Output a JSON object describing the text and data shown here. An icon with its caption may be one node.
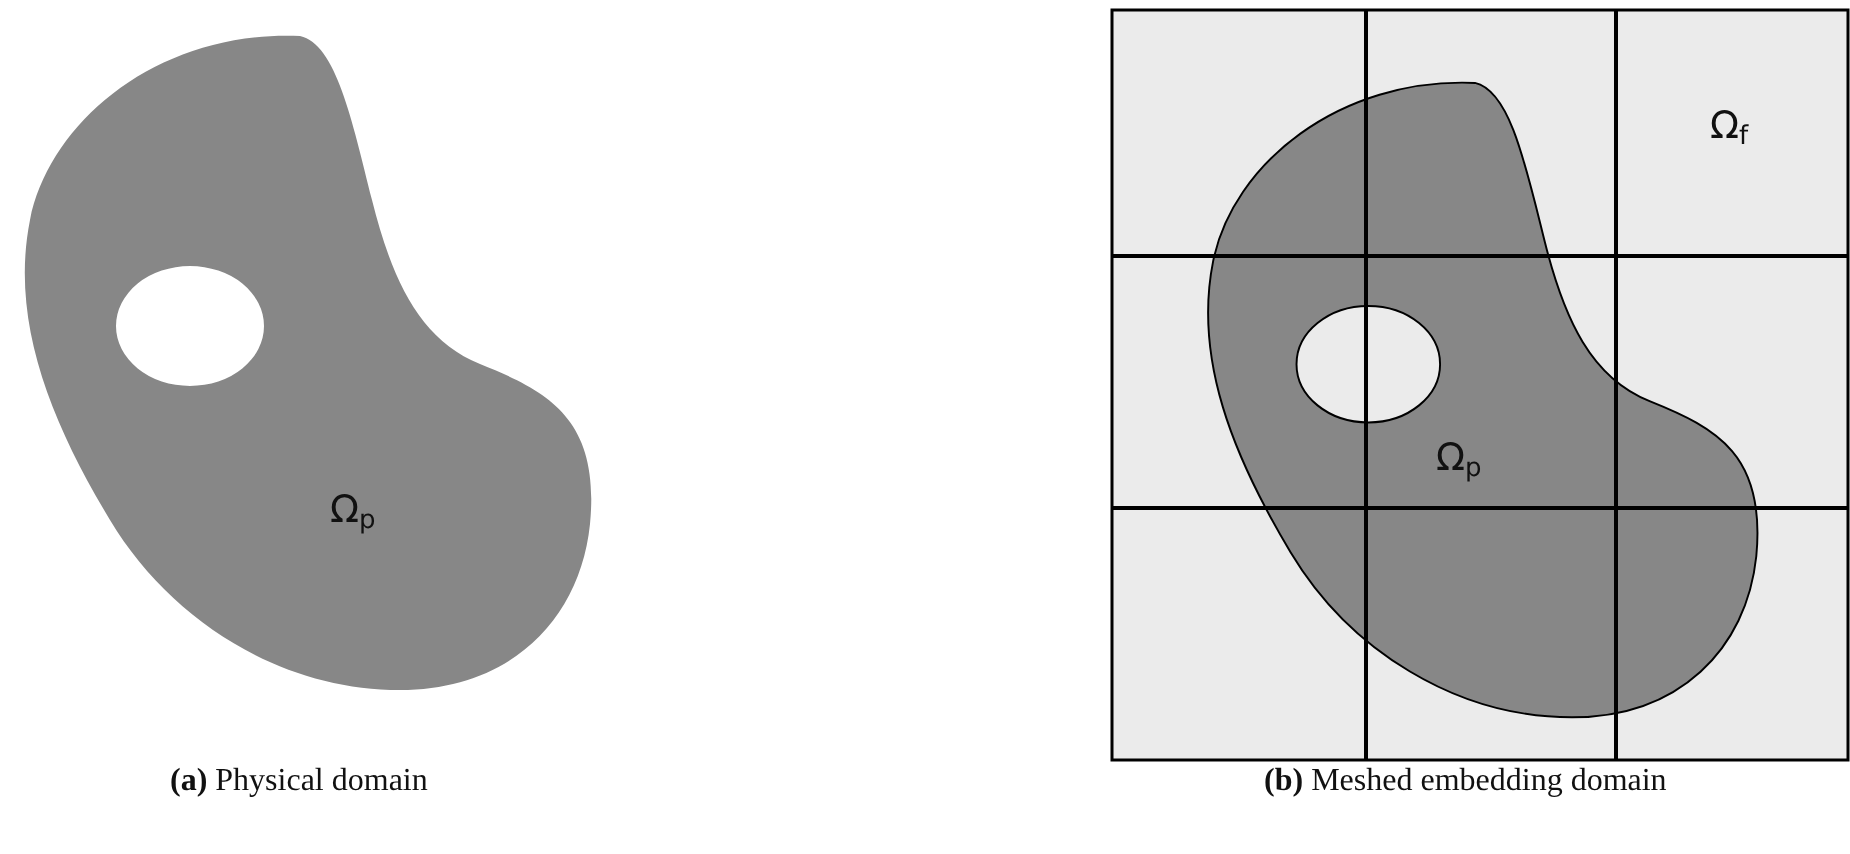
{
  "diagram": {
    "labels": [
      "Ω$_{p}$",
      "Ω$_{f}$",
      "Ω$_{p}$",
      "**(a)** Physical domain",
      "**(b)** Meshed embedding domain"
    ]
  }
}
